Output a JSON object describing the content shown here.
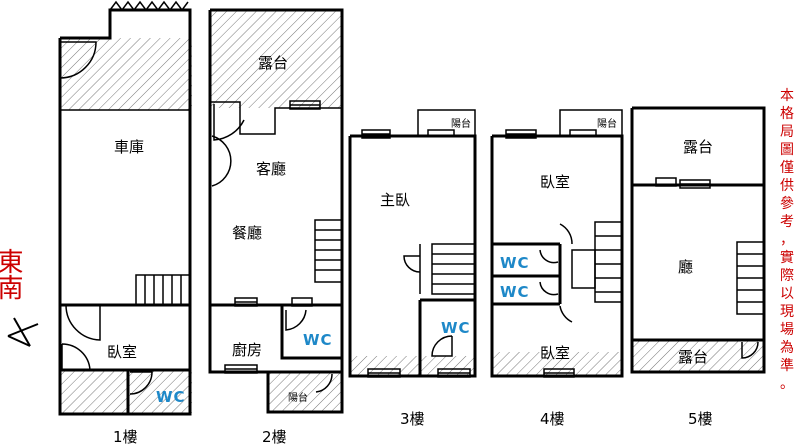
{
  "direction": {
    "label": "東南"
  },
  "disclaimer": [
    "本",
    "格",
    "局",
    "圖",
    "僅",
    "供",
    "參",
    "考",
    "，",
    "實",
    "際",
    "以",
    "現",
    "場",
    "為",
    "準",
    "。"
  ],
  "rooms": {
    "garage": "車庫",
    "bedroom": "臥室",
    "terrace": "露台",
    "living": "客廳",
    "dining": "餐廳",
    "kitchen": "廚房",
    "balcony": "陽台",
    "master": "主臥",
    "hall": "廳",
    "wc": "WC"
  },
  "floors": [
    "1樓",
    "2樓",
    "3樓",
    "4樓",
    "5樓"
  ],
  "colors": {
    "wall": "#000000",
    "wc": "#1e88c8",
    "note": "#cc0000"
  }
}
